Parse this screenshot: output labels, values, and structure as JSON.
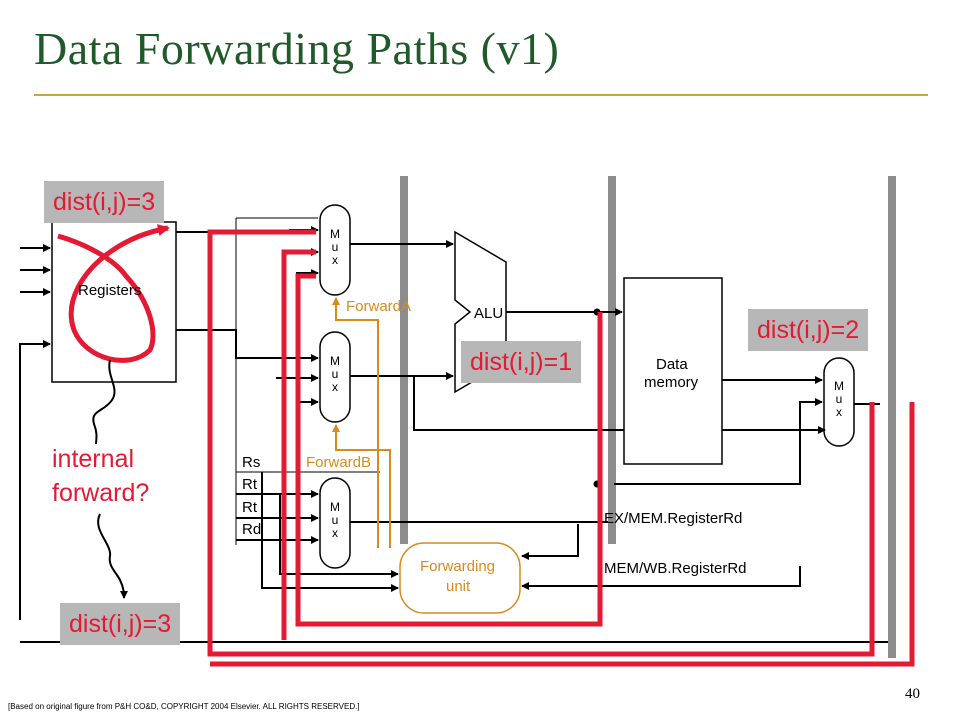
{
  "title": "Data Forwarding Paths (v1)",
  "page_number": "40",
  "credit": "[Based on original figure from P&H CO&D, COPYRIGHT 2004 Elsevier. ALL RIGHTS RESERVED.]",
  "blocks": {
    "registers": "Registers",
    "alu": "ALU",
    "data_memory_line1": "Data",
    "data_memory_line2": "memory",
    "forwarding_unit_line1": "Forwarding",
    "forwarding_unit_line2": "unit",
    "mux_letters": [
      "M",
      "u",
      "x"
    ]
  },
  "signals": {
    "forward_a": "ForwardA",
    "forward_b": "ForwardB",
    "rs": "Rs",
    "rt1": "Rt",
    "rt2": "Rt",
    "rd": "Rd",
    "ex_mem_rd": "EX/MEM.RegisterRd",
    "mem_wb_rd": "MEM/WB.RegisterRd"
  },
  "annotations": {
    "dist_top_left": "dist(i,j)=3",
    "dist_alu": "dist(i,j)=1",
    "dist_mem": "dist(i,j)=2",
    "dist_bottom_left": "dist(i,j)=3",
    "internal_forward_line1": "internal",
    "internal_forward_line2": "forward?"
  },
  "colors": {
    "title": "#1f5a2a",
    "rule": "#c6a83a",
    "highlight_path": "#e51933",
    "forward_control": "#d98a1d",
    "pipeline_register": "#8c8c8c",
    "tag_background": "#b7b7b7"
  }
}
